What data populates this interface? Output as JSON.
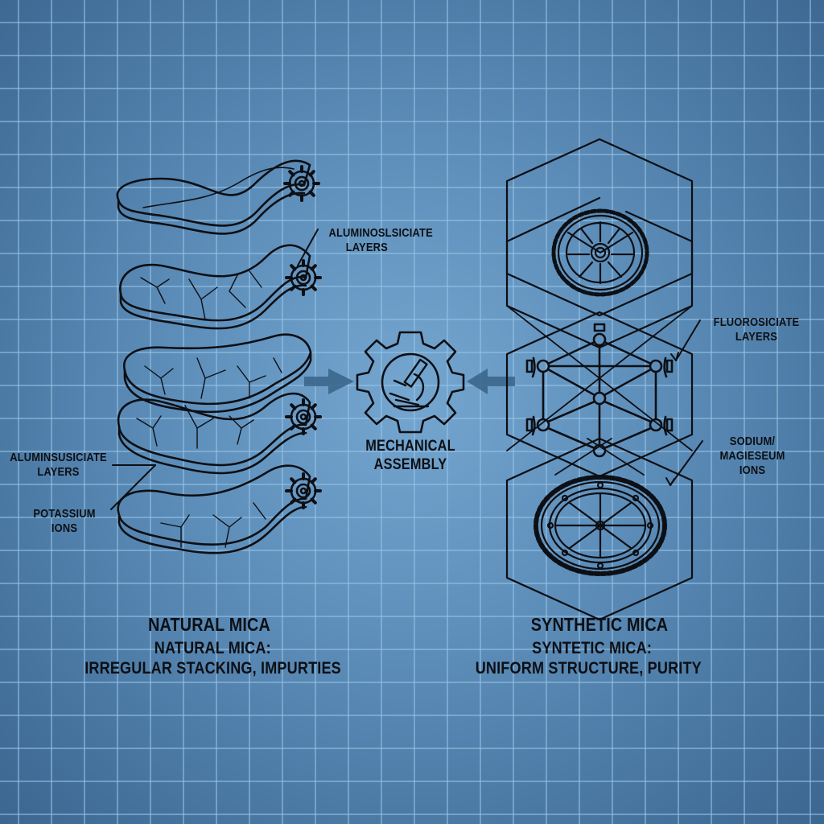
{
  "center": {
    "label_line1": "MECHANICAL",
    "label_line2": "ASSEMBLY",
    "icon": "gear-microscope-icon"
  },
  "left": {
    "callouts": [
      {
        "line1": "ALUMINOSLSICIATE",
        "line2": "LAYERS"
      },
      {
        "line1": "ALUMINSUSICIATE",
        "line2": "LAYERS"
      },
      {
        "line1": "POTASSIUM",
        "line2": "IONS"
      }
    ],
    "title": "NATURAL MICA",
    "caption_line1": "NATURAL MICA:",
    "caption_line2": "IRREGULAR STACKING, IMPURTIES",
    "layer_count": 5
  },
  "right": {
    "callouts": [
      {
        "line1": "FLUOROSICIATE",
        "line2": "LAYERS"
      },
      {
        "line1": "SODIUM/",
        "line2": "MAGIESEUM",
        "line3": "IONS"
      }
    ],
    "title": "SYNTHETIC MICA",
    "caption_line1": "SYNTETIC MICA:",
    "caption_line2": "UNIFORM STRUCTURE, PURITY",
    "hexagon_count": 3
  },
  "colors": {
    "background_center": "#74a6d0",
    "background_edge": "#3b6690",
    "grid_line": "#96c3e6",
    "ink": "#0d0f14",
    "arrow": "#3a6488"
  }
}
